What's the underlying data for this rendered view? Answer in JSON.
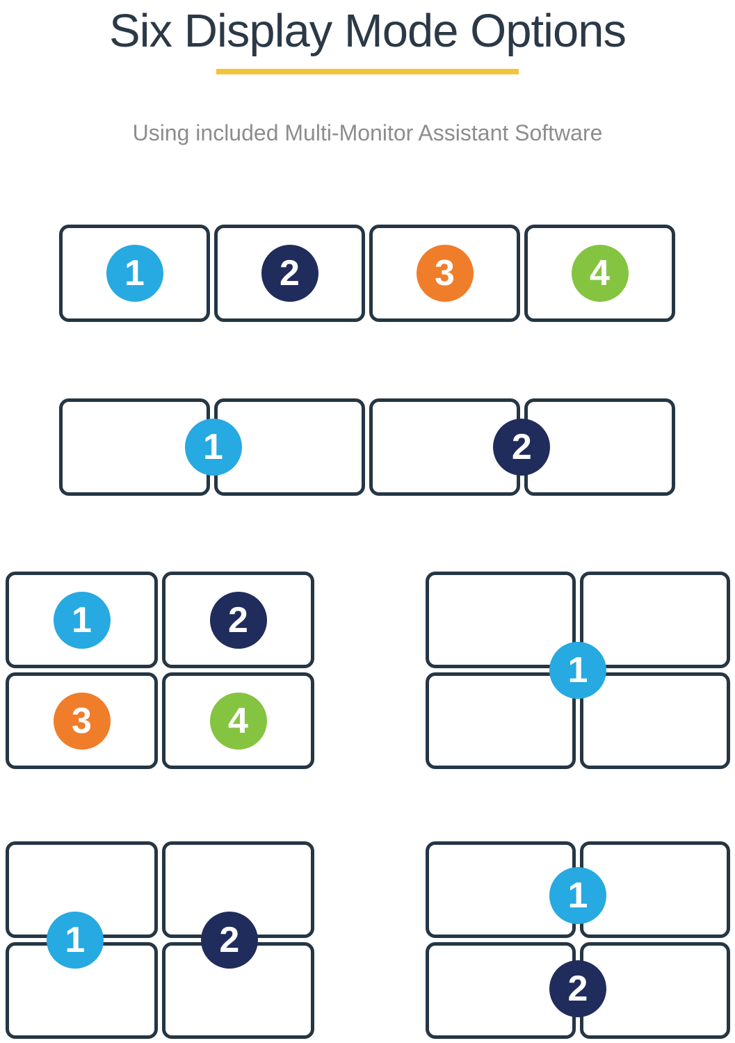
{
  "page": {
    "title": "Six Display Mode Options",
    "subtitle": "Using included Multi-Monitor Assistant Software"
  },
  "colors": {
    "accent_underline": "#F2C43A",
    "title_text": "#2B3947",
    "subtitle_text": "#8D8D8D",
    "monitor_border": "#253644",
    "badge_blue": "#27A9E1",
    "badge_navy": "#202C5C",
    "badge_orange": "#F07D2A",
    "badge_green": "#85C441"
  },
  "configs": [
    {
      "name": "four-displays-extended-row",
      "monitors": 4,
      "layout": "1x4",
      "badges": [
        {
          "label": "1",
          "color": "#27A9E1"
        },
        {
          "label": "2",
          "color": "#202C5C"
        },
        {
          "label": "3",
          "color": "#F07D2A"
        },
        {
          "label": "4",
          "color": "#85C441"
        }
      ]
    },
    {
      "name": "two-displays-spanned-pairs-row",
      "monitors": 4,
      "layout": "1x4",
      "badges": [
        {
          "label": "1",
          "color": "#27A9E1"
        },
        {
          "label": "2",
          "color": "#202C5C"
        }
      ]
    },
    {
      "name": "four-displays-extended-grid",
      "monitors": 4,
      "layout": "2x2",
      "badges": [
        {
          "label": "1",
          "color": "#27A9E1"
        },
        {
          "label": "2",
          "color": "#202C5C"
        },
        {
          "label": "3",
          "color": "#F07D2A"
        },
        {
          "label": "4",
          "color": "#85C441"
        }
      ]
    },
    {
      "name": "one-display-spanned-grid",
      "monitors": 4,
      "layout": "2x2",
      "badges": [
        {
          "label": "1",
          "color": "#27A9E1"
        }
      ]
    },
    {
      "name": "two-displays-vertical-spans-grid",
      "monitors": 4,
      "layout": "2x2",
      "badges": [
        {
          "label": "1",
          "color": "#27A9E1"
        },
        {
          "label": "2",
          "color": "#202C5C"
        }
      ]
    },
    {
      "name": "two-displays-horizontal-spans-grid",
      "monitors": 4,
      "layout": "2x2",
      "badges": [
        {
          "label": "1",
          "color": "#27A9E1"
        },
        {
          "label": "2",
          "color": "#202C5C"
        }
      ]
    }
  ]
}
